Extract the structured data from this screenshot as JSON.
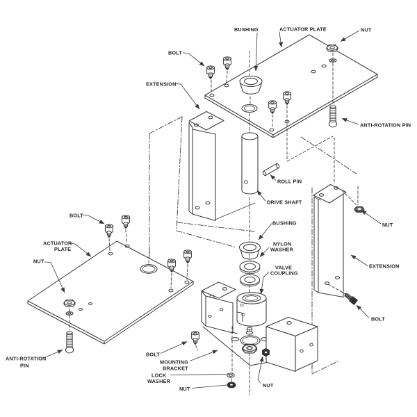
{
  "colors": {
    "line_color": "#3b3b3b",
    "text_color": "#262626",
    "dark_fill": "#2e2e2e",
    "background": "#ffffff"
  },
  "labels": {
    "bushing_top": "BUSHING",
    "actuator_plate_top": "ACTUATOR PLATE",
    "nut_top": "NUT",
    "bolt_top_left": "BOLT",
    "extension_left": "EXTENSION",
    "anti_rotation_pin_right": "ANTI-ROTATION PIN",
    "roll_pin": "ROLL PIN",
    "drive_shaft": "DRIVE SHAFT",
    "bushing_mid": "BUSHING",
    "nylon_washer_l1": "NYLON",
    "nylon_washer_l2": "WASHER",
    "valve_coupling_l1": "VALVE",
    "valve_coupling_l2": "COUPLING",
    "bolt_left": "BOLT",
    "actuator_plate_left_l1": "ACTUATOR",
    "actuator_plate_left_l2": "PLATE",
    "nut_left": "NUT",
    "anti_rotation_pin_bottom_l1": "ANTI-ROTATION",
    "anti_rotation_pin_bottom_l2": "PIN",
    "bolt_bottom": "BOLT",
    "mounting_bracket_l1": "MOUNTING",
    "mounting_bracket_l2": "BRACKET",
    "lock_washer_l1": "LOCK",
    "lock_washer_l2": "WASHER",
    "nut_bottom": "NUT",
    "nut_bottom_right": "NUT",
    "nut_right": "NUT",
    "extension_right": "EXTENSION",
    "bolt_right": "BOLT"
  }
}
